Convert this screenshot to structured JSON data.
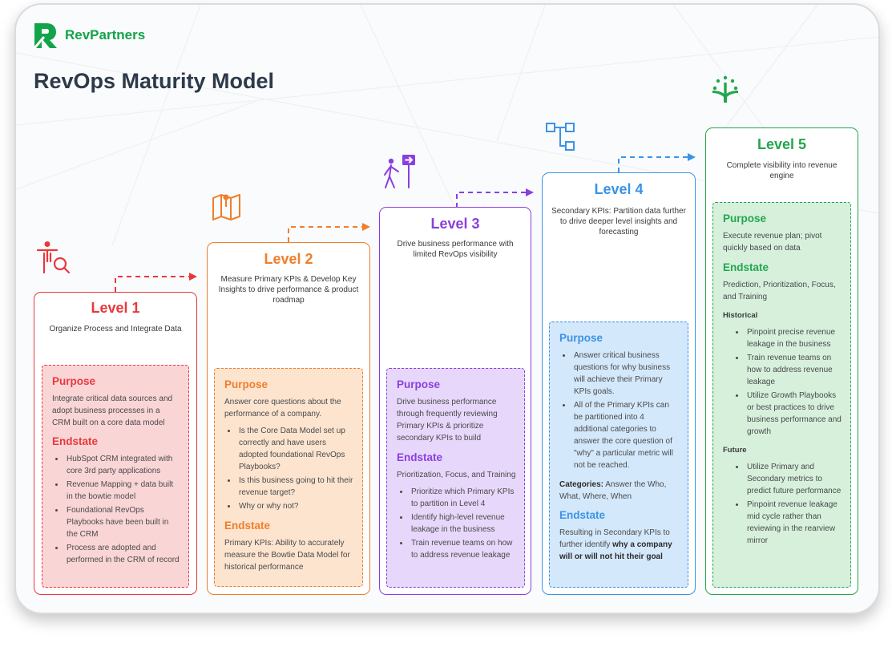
{
  "brand": {
    "name": "RevPartners",
    "color": "#12a44a"
  },
  "title": "RevOps Maturity Model",
  "levels": [
    {
      "title": "Level 1",
      "subtitle": "Organize Process and Integrate Data",
      "color": "#e8383d",
      "icon": "person-magnifier-icon",
      "purpose_heading": "Purpose",
      "purpose_text": "Integrate critical data sources and adopt business processes in a CRM built on a core data model",
      "endstate_heading": "Endstate",
      "endstate_items": [
        "HubSpot CRM integrated with core 3rd party applications",
        "Revenue Mapping + data built in the bowtie model",
        "Foundational RevOps Playbooks have been built in the CRM",
        "Process are adopted and performed in the CRM of record"
      ]
    },
    {
      "title": "Level 2",
      "subtitle": "Measure Primary KPIs & Develop Key Insights to drive performance & product roadmap",
      "color": "#f07e2b",
      "icon": "map-pin-icon",
      "purpose_heading": "Purpose",
      "purpose_text": "Answer core questions about the performance of a company.",
      "purpose_items": [
        "Is the Core Data Model set up correctly and have users adopted foundational RevOps Playbooks?",
        "Is this business going to hit their revenue target?",
        "Why or why not?"
      ],
      "endstate_heading": "Endstate",
      "endstate_text": "Primary KPIs: Ability to accurately measure the Bowtie Data Model for historical performance"
    },
    {
      "title": "Level 3",
      "subtitle": "Drive business performance with limited RevOps visibility",
      "color": "#8a3fe0",
      "icon": "hiker-sign-icon",
      "purpose_heading": "Purpose",
      "purpose_text": "Drive business performance through frequently reviewing Primary KPIs & prioritize secondary KPIs to build",
      "endstate_heading": "Endstate",
      "endstate_text": "Prioritization, Focus, and Training",
      "endstate_items": [
        "Prioritize which Primary KPIs to partition in Level 4",
        "Identify high-level revenue leakage in the business",
        "Train revenue teams on how to address revenue leakage"
      ]
    },
    {
      "title": "Level 4",
      "subtitle": "Secondary KPIs: Partition data further to drive deeper level insights and forecasting",
      "color": "#3b93e6",
      "icon": "hierarchy-icon",
      "purpose_heading": "Purpose",
      "purpose_items": [
        "Answer critical business questions for why business will achieve their Primary KPIs goals.",
        "All of the Primary KPIs can be partitioned into 4 additional categories to answer the core question of \"why\" a particular metric will not be reached."
      ],
      "categories_label": "Categories:",
      "categories_text": " Answer the Who, What, Where, When",
      "endstate_heading": "Endstate",
      "endstate_text": "Resulting in Secondary KPIs to further identify ",
      "endstate_bold": "why a company will or will not hit their goal"
    },
    {
      "title": "Level 5",
      "subtitle": "Complete visibility into revenue engine",
      "color": "#22a74d",
      "icon": "sprout-growth-icon",
      "purpose_heading": "Purpose",
      "purpose_text": "Execute revenue plan; pivot quickly based on data",
      "endstate_heading": "Endstate",
      "endstate_text": "Prediction, Prioritization, Focus, and Training",
      "historical_label": "Historical",
      "historical_items": [
        "Pinpoint precise revenue leakage in the business",
        "Train revenue teams on how to address revenue leakage",
        "Utilize Growth Playbooks or best practices to drive business performance and growth"
      ],
      "future_label": "Future",
      "future_items": [
        "Utilize Primary and Secondary metrics to predict future performance",
        "Pinpoint revenue leakage mid cycle rather than reviewing in the rearview mirror"
      ]
    }
  ]
}
